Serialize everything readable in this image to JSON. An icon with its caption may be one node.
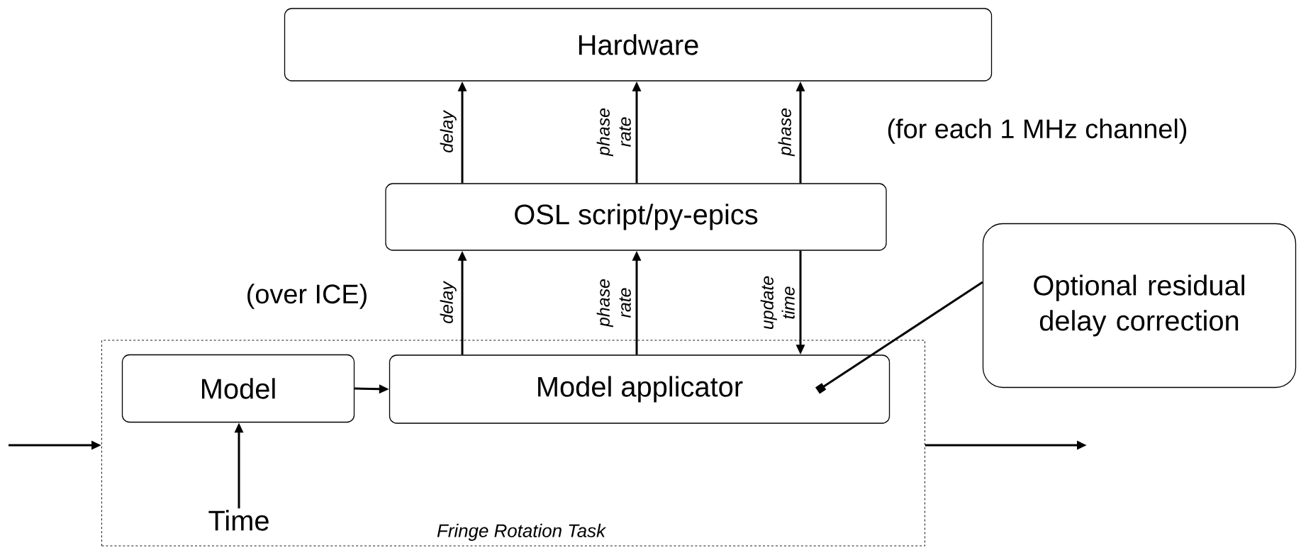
{
  "diagram": {
    "nodes": [
      {
        "text": [
          "Hardware"
        ]
      },
      {
        "text": [
          "OSL script/py-epics"
        ]
      },
      {
        "text": [
          "Fringe Rotation Task"
        ]
      },
      {
        "text": [
          "Model"
        ],
        "in": 2
      },
      {
        "text": [
          "Model applicator"
        ],
        "in": 2
      },
      {
        "text": [
          "Time"
        ],
        "in": 2
      },
      {
        "text": [
          "Optional residual delay correction"
        ]
      }
    ],
    "edges": [
      {
        "from": 1,
        "to": 0,
        "arrow": "to",
        "label": "delay"
      },
      {
        "from": 1,
        "to": 0,
        "arrow": "to",
        "label": "phase rate"
      },
      {
        "from": 1,
        "to": 0,
        "arrow": "to",
        "label": "phase"
      },
      {
        "from": 4,
        "to": 1,
        "arrow": "to",
        "label": "delay"
      },
      {
        "from": 4,
        "to": 1,
        "arrow": "to",
        "label": "phase rate"
      },
      {
        "from": 1,
        "to": 4,
        "arrow": "to",
        "label": "update time"
      },
      {
        "from": 3,
        "to": 4,
        "arrow": "to"
      },
      {
        "from": 5,
        "to": 3,
        "arrow": "to"
      },
      {
        "from": null,
        "to": 2,
        "arrow": "to"
      },
      {
        "from": 2,
        "to": null,
        "arrow": "to"
      },
      {
        "from": 6,
        "to": 4,
        "arrow": "other"
      }
    ],
    "labels": [
      "(for each 1 MHz channel)",
      "(over ICE)"
    ]
  }
}
